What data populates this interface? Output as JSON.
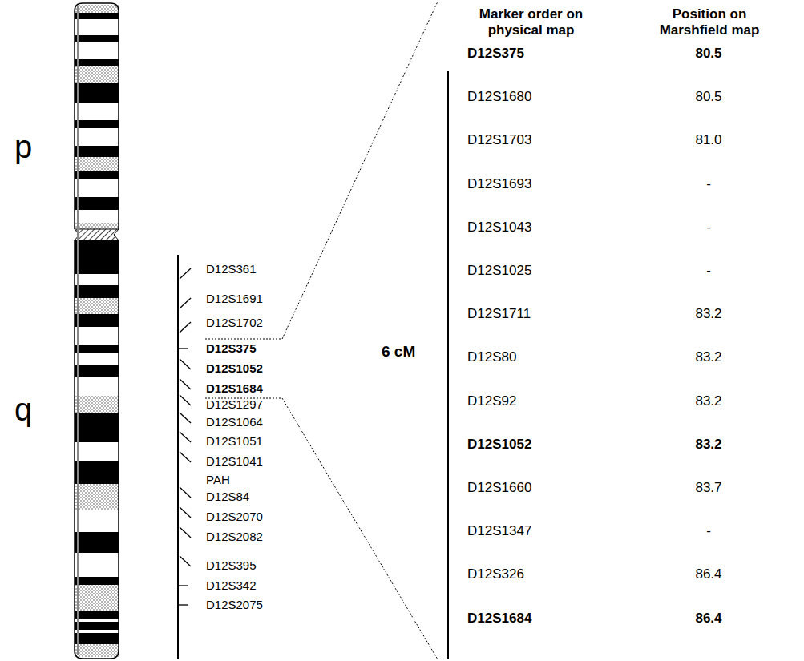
{
  "diagram": {
    "labels": [
      "p",
      "q",
      "D12S361",
      "D12S1691",
      "D12S1702",
      "D12S375",
      "D12S1052",
      "D12S1684",
      "D12S1297",
      "D12S1064",
      "D12S1051",
      "D12S1041",
      "PAH",
      "D12S84",
      "D12S2070",
      "D12S2082",
      "D12S395",
      "D12S342",
      "D12S2075",
      "6 cM",
      "Marker order on physical map",
      "Position on Marshfield map",
      "D12S375",
      "80.5",
      "D12S1680",
      "80.5",
      "D12S1703",
      "81.0",
      "D12S1693",
      "-",
      "D12S1043",
      "-",
      "D12S1025",
      "-",
      "D12S1711",
      "83.2",
      "D12S80",
      "83.2",
      "D12S92",
      "83.2",
      "D12S1052",
      "83.2",
      "D12S1660",
      "83.7",
      "D12S1347",
      "-",
      "D12S326",
      "86.4",
      "D12S1684",
      "86.4"
    ]
  }
}
